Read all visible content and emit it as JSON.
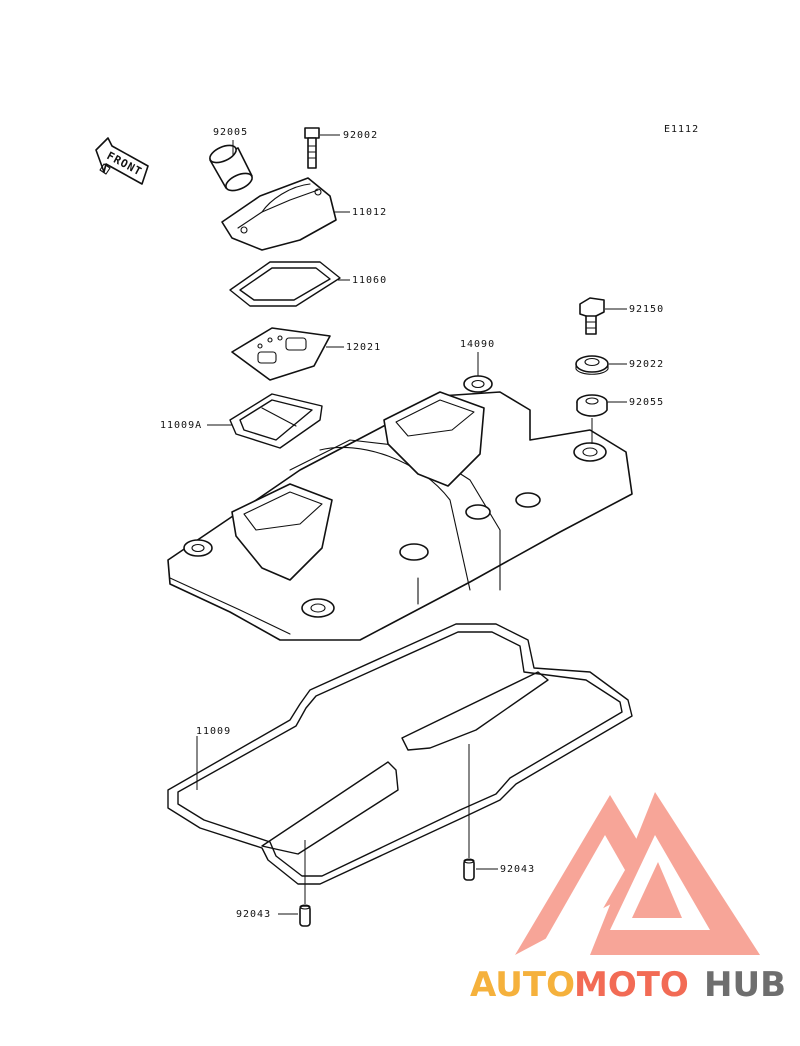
{
  "diagram": {
    "code": "E1112",
    "front_label": "FRONT",
    "parts": {
      "p92005": "92005",
      "p92002": "92002",
      "p11012": "11012",
      "p11060": "11060",
      "p12021": "12021",
      "p14090": "14090",
      "p92150": "92150",
      "p92022": "92022",
      "p92055": "92055",
      "p11009A": "11009A",
      "p11009": "11009",
      "p92043_right": "92043",
      "p92043_left": "92043"
    }
  },
  "watermark": {
    "part_a": "AUTO",
    "part_b": "MOTO",
    "part_c": "HUB",
    "colors": {
      "a": "#f5b13c",
      "b": "#f26b55",
      "c": "#6e6e6e",
      "logo": "#f26b55"
    }
  }
}
